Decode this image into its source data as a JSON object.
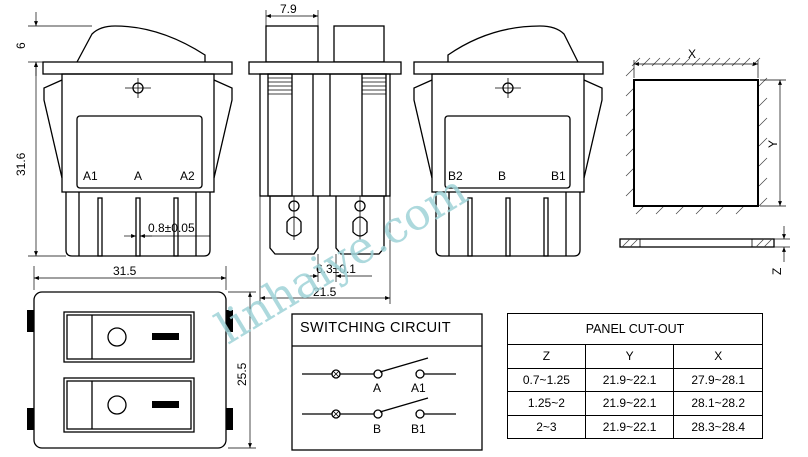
{
  "dimensions": {
    "top_width": "7.9",
    "cap_height": "6",
    "body_height": "31.6",
    "terminal_spacing": "0.8±0.05",
    "overall_width": "31.5",
    "side_height": "25.5",
    "terminal_offset": "6.3±0.1",
    "side_width": "21.5",
    "cutout_x": "X",
    "cutout_y": "Y",
    "cutout_z": "Z"
  },
  "terminals_front": {
    "left": "A1",
    "center": "A",
    "right": "A2"
  },
  "terminals_back": {
    "left": "B2",
    "center": "B",
    "right": "B1"
  },
  "switching_circuit": {
    "title": "SWITCHING CIRCUIT",
    "labels": {
      "a": "A",
      "a1": "A1",
      "b": "B",
      "b1": "B1"
    }
  },
  "panel_cutout": {
    "title": "PANEL CUT-OUT",
    "headers": [
      "Z",
      "Y",
      "X"
    ],
    "rows": [
      [
        "0.7~1.25",
        "21.9~22.1",
        "27.9~28.1"
      ],
      [
        "1.25~2",
        "21.9~22.1",
        "28.1~28.2"
      ],
      [
        "2~3",
        "21.9~22.1",
        "28.3~28.4"
      ]
    ]
  },
  "watermark": "linhaiye.com"
}
